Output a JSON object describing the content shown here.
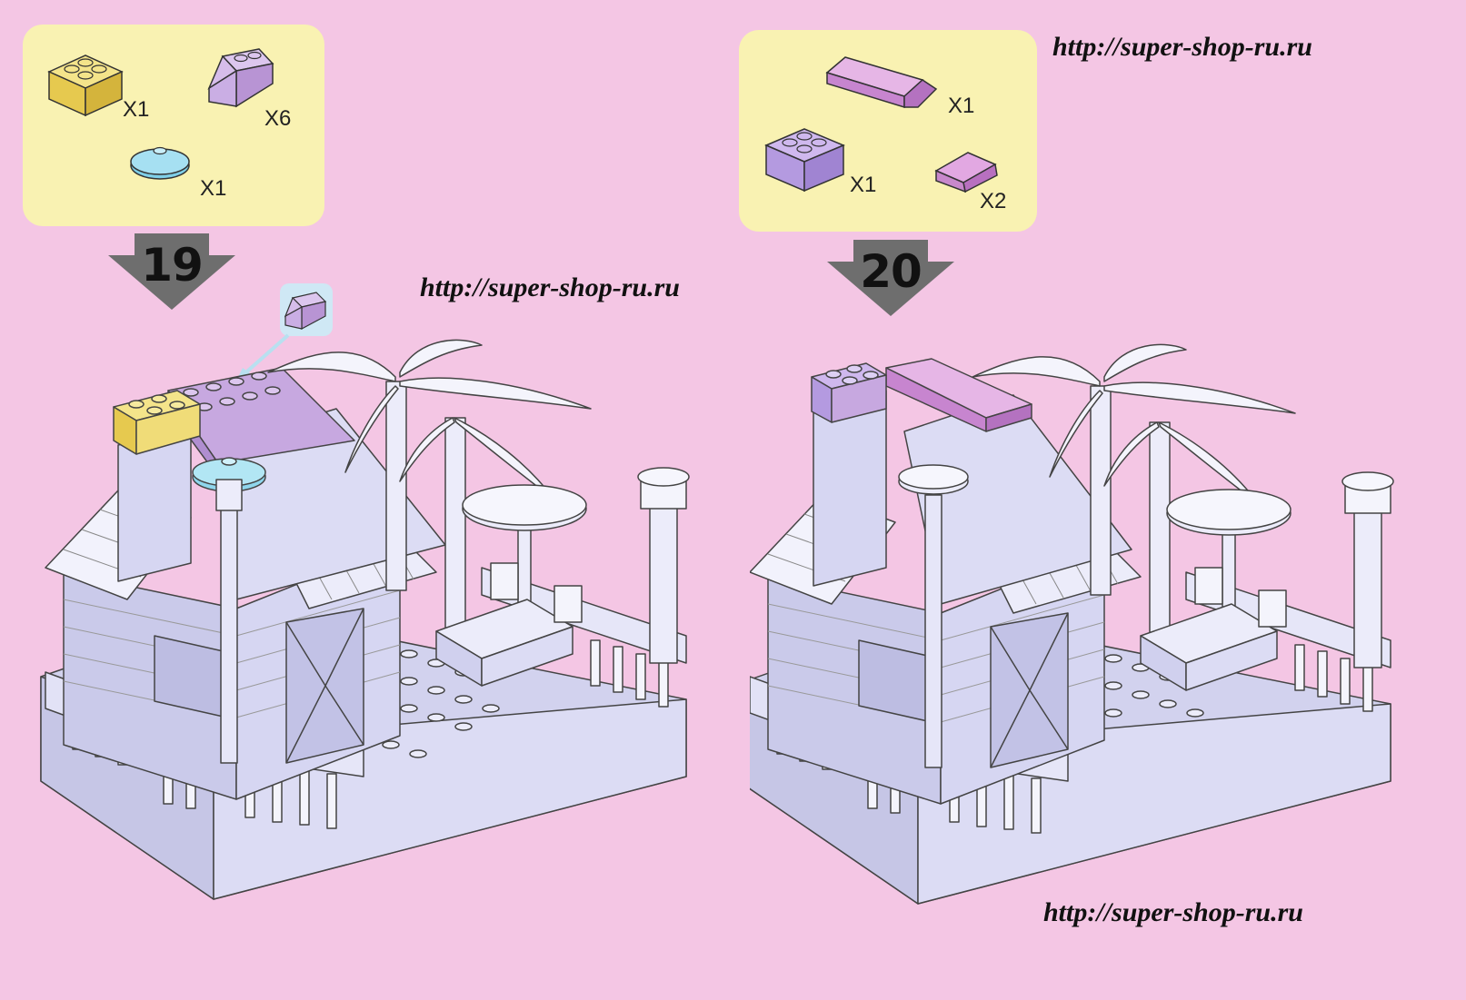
{
  "watermarks": [
    "http://super-shop-ru.ru",
    "http://super-shop-ru.ru",
    "http://super-shop-ru.ru"
  ],
  "colors": {
    "background": "#f4c6e4",
    "panel": "#f9f2b2",
    "brick_body": "#dcdcf4",
    "brick_yellow": "#f0dc78",
    "brick_lilac": "#c7a8e0",
    "brick_purple": "#d9a0dc",
    "brick_cyan": "#8fd6ec",
    "marker": "#6e6e6e"
  },
  "steps": [
    {
      "number": "19",
      "parts": [
        {
          "piece": "yellow-2x2-brick",
          "qty": "X1"
        },
        {
          "piece": "lilac-slope-brick",
          "qty": "X6"
        },
        {
          "piece": "cyan-round-dish",
          "qty": "X1"
        }
      ],
      "callout_piece": "lilac-slope-brick"
    },
    {
      "number": "20",
      "parts": [
        {
          "piece": "purple-roof-ridge",
          "qty": "X1"
        },
        {
          "piece": "lilac-2x2-brick",
          "qty": "X1"
        },
        {
          "piece": "purple-small-slope",
          "qty": "X2"
        }
      ]
    }
  ]
}
